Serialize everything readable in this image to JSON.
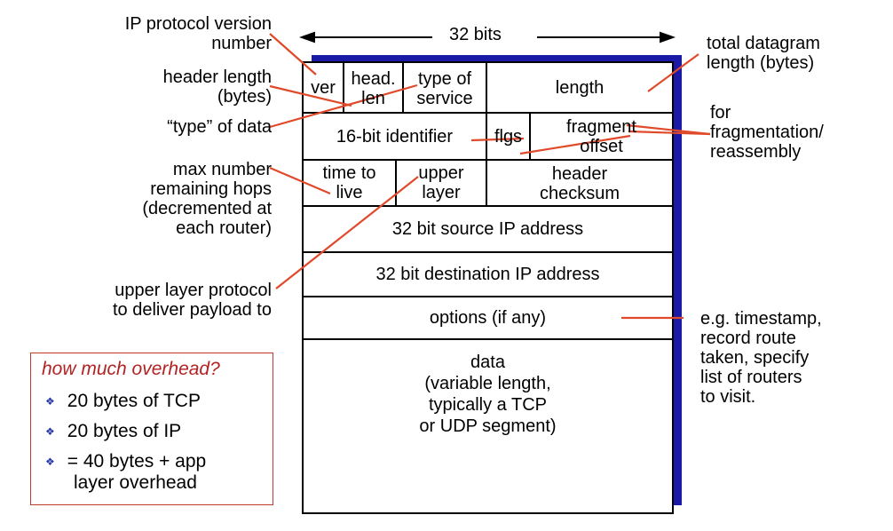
{
  "diagram": {
    "width_label": "32 bits",
    "header_rows": [
      [
        "ver",
        "head. len",
        "type of service",
        "length"
      ],
      [
        "16-bit identifier",
        "flgs",
        "fragment offset"
      ],
      [
        "time to live",
        "upper layer",
        "header checksum"
      ],
      [
        "32 bit source IP address"
      ],
      [
        "32 bit destination IP address"
      ],
      [
        "options (if any)"
      ],
      [
        "data (variable length, typically a TCP or UDP segment)"
      ]
    ],
    "cells": {
      "ver": "ver",
      "head_len_1": "head.",
      "head_len_2": "len",
      "tos_1": "type of",
      "tos_2": "service",
      "length": "length",
      "identifier": "16-bit identifier",
      "flgs": "flgs",
      "frag_1": "fragment",
      "frag_2": "offset",
      "ttl_1": "time to",
      "ttl_2": "live",
      "upper_1": "upper",
      "upper_2": "layer",
      "checksum_1": "header",
      "checksum_2": "checksum",
      "source": "32 bit source IP address",
      "destination": "32 bit destination IP address",
      "options": "options (if any)",
      "data_1": "data",
      "data_2": "(variable length,",
      "data_3": "typically a TCP",
      "data_4": "or UDP segment)"
    },
    "annotations_left": {
      "ip_version_1": "IP protocol version",
      "ip_version_2": "number",
      "header_length_1": "header length",
      "header_length_2": "(bytes)",
      "type_of_data": "“type” of data",
      "max_hops_1": "max number",
      "max_hops_2": "remaining hops",
      "max_hops_3": "(decremented at",
      "max_hops_4": "each router)",
      "upper_protocol_1": "upper layer protocol",
      "upper_protocol_2": "to deliver payload to"
    },
    "annotations_right": {
      "total_length_1": "total datagram",
      "total_length_2": "length (bytes)",
      "fragmentation_1": "for",
      "fragmentation_2": "fragmentation/",
      "fragmentation_3": "reassembly",
      "options_note_1": "e.g. timestamp,",
      "options_note_2": "record route",
      "options_note_3": "taken, specify",
      "options_note_4": "list of routers",
      "options_note_5": "to visit."
    },
    "overhead_box": {
      "title": "how much overhead?",
      "bullets": [
        "20 bytes of TCP",
        "20 bytes of IP",
        "= 40 bytes + app",
        "layer overhead"
      ]
    },
    "colors": {
      "shadow": "#1a1aa6",
      "annotation_line": "#e04a2a",
      "box_border": "#c0392b",
      "box_title": "#b22222"
    }
  }
}
